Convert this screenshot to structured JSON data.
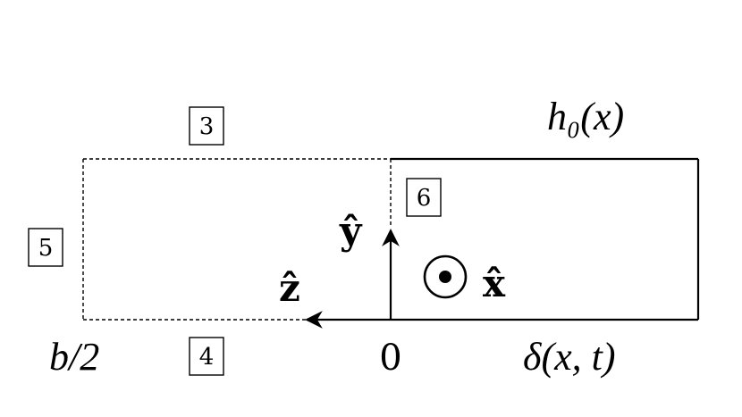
{
  "labels": {
    "h0": "h₀(x)",
    "b_half": "b/2",
    "zero": "0",
    "delta": "δ(x, t)",
    "y_hat": "ŷ",
    "z_hat": "ẑ",
    "x_hat": "x̂"
  },
  "boundaries": {
    "b3": "3",
    "b4": "4",
    "b5": "5",
    "b6": "6"
  }
}
